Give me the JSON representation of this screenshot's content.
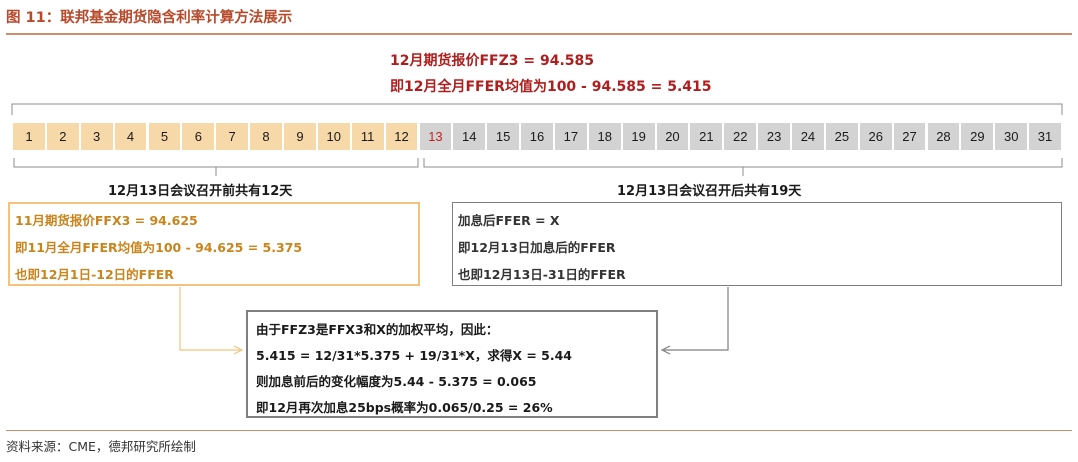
{
  "figure": {
    "title": "图 11：联邦基金期货隐含利率计算方法展示",
    "source": "资料来源：CME，德邦研究所绘制"
  },
  "top_text": {
    "line1": "12月期货报价FFZ3 = 94.585",
    "line2": "即12月全月FFER均值为100 - 94.585 = 5.415"
  },
  "days": [
    "1",
    "2",
    "3",
    "4",
    "5",
    "6",
    "7",
    "8",
    "9",
    "10",
    "11",
    "12",
    "13",
    "14",
    "15",
    "16",
    "17",
    "18",
    "19",
    "20",
    "21",
    "22",
    "23",
    "24",
    "25",
    "26",
    "27",
    "28",
    "29",
    "30",
    "31"
  ],
  "pre_meeting_days": 12,
  "colors": {
    "pre_fill": "#f7d8a9",
    "post_fill": "#d3d3d3",
    "accent_red": "#c02626",
    "orange_text": "#c9841c",
    "orange_border": "#f3c37e"
  },
  "labels": {
    "before": "12月13日会议召开前共有12天",
    "after": "12月13日会议召开后共有19天"
  },
  "box_left": {
    "lines": [
      "11月期货报价FFX3 = 94.625",
      "即11月全月FFER均值为100 - 94.625 = 5.375",
      "也即12月1日-12日的FFER"
    ]
  },
  "box_right": {
    "lines": [
      "加息后FFER = X",
      "即12月13日加息后的FFER",
      "也即12月13日-31日的FFER"
    ]
  },
  "box_center": {
    "lines": [
      "由于FFZ3是FFX3和X的加权平均，因此：",
      "5.415 = 12/31*5.375 + 19/31*X，求得X = 5.44",
      "则加息前后的变化幅度为5.44 - 5.375 = 0.065",
      "即12月再次加息25bps概率为0.065/0.25 = 26%"
    ]
  }
}
